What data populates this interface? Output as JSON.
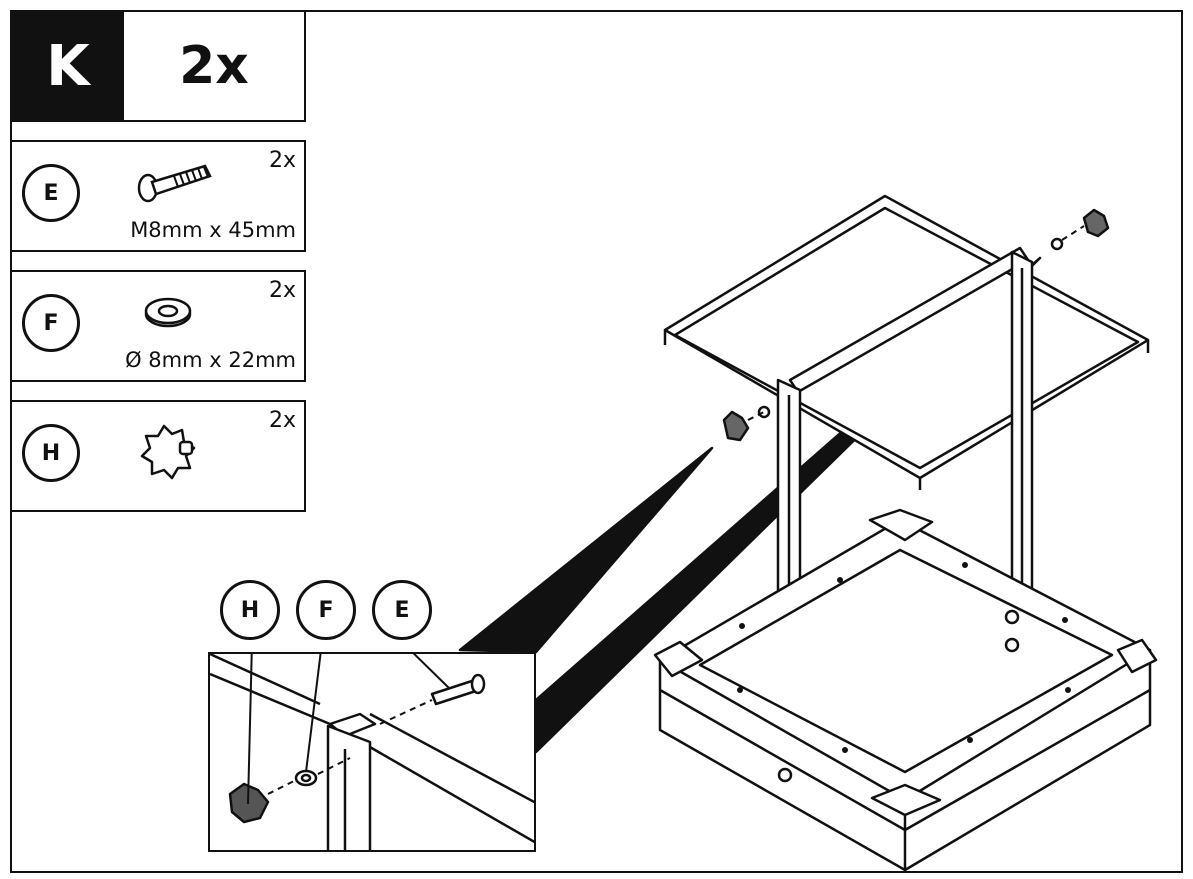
{
  "step": {
    "letter": "K",
    "count": "2x"
  },
  "parts": [
    {
      "id": "E",
      "qty": "2x",
      "dim": "M8mm x 45mm",
      "icon": "carriage-bolt-icon"
    },
    {
      "id": "F",
      "qty": "2x",
      "dim": "Ø 8mm x 22mm",
      "icon": "washer-icon"
    },
    {
      "id": "H",
      "qty": "2x",
      "dim": "",
      "icon": "star-knob-icon"
    }
  ],
  "detail_callouts": [
    "H",
    "F",
    "E"
  ]
}
